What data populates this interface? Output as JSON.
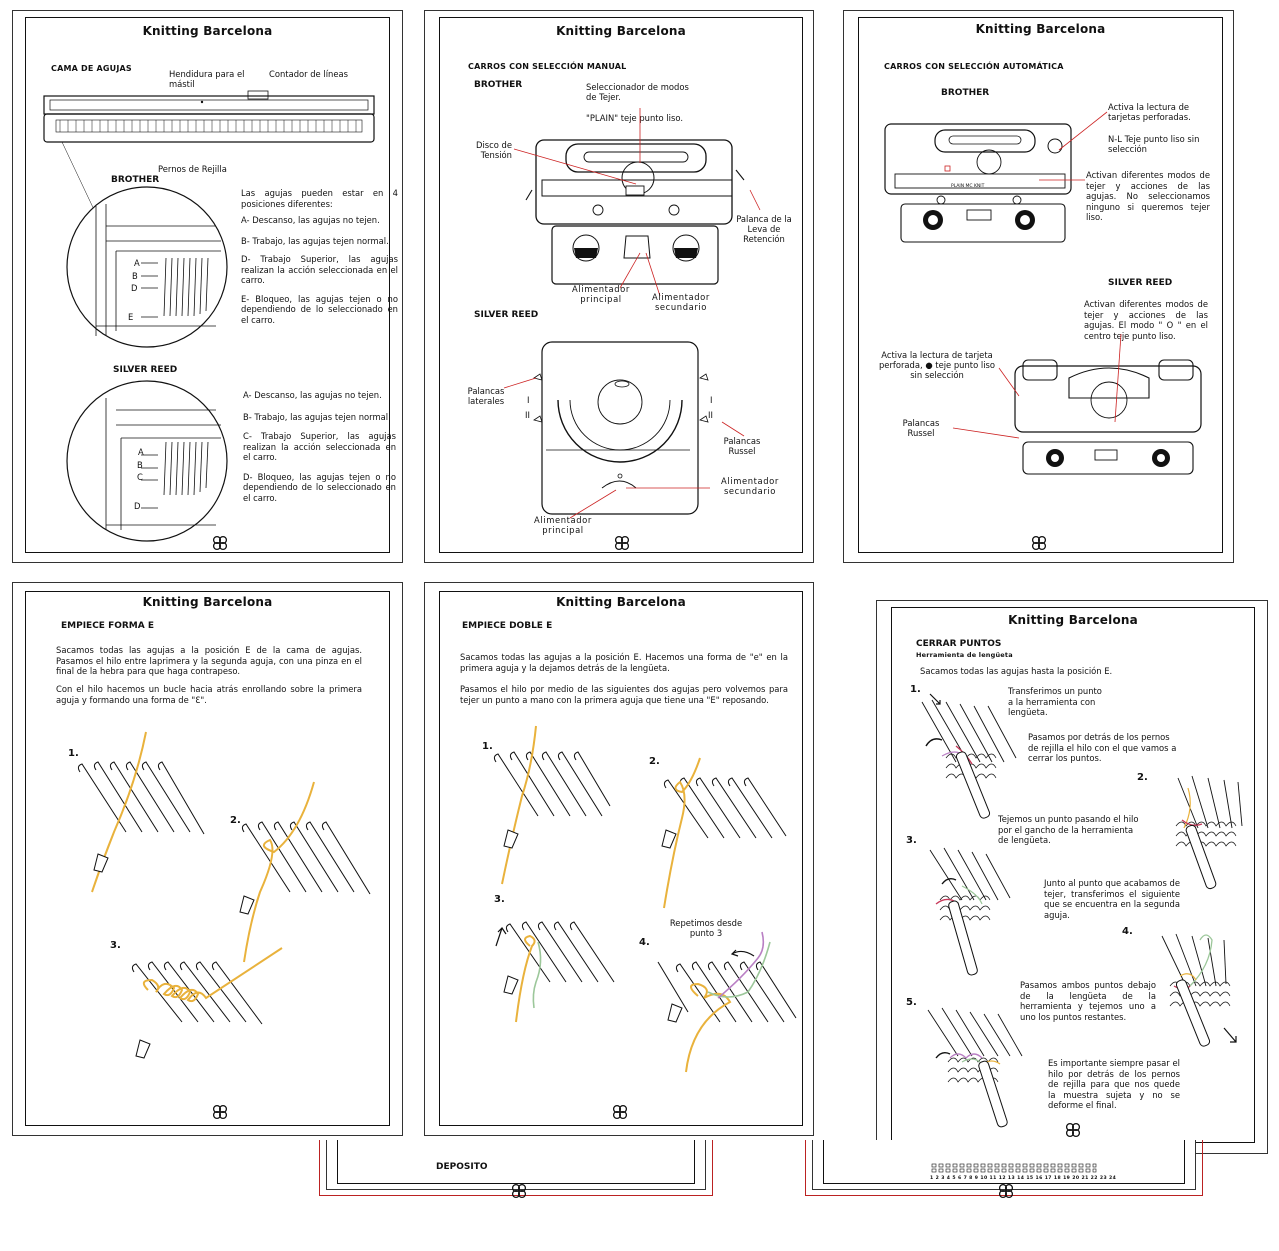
{
  "brand": "Knitting Barcelona",
  "p1": {
    "heading": "CAMA DE AGUJAS",
    "label_hendidura": "Hendidura para el\nmástil",
    "label_contador": "Contador de líneas",
    "label_pernos": "Pernos de Rejilla",
    "brother": "BROTHER",
    "silver": "SILVER REED",
    "brother_text": [
      "Las agujas pueden estar en 4 posiciones diferentes:",
      "A- Descanso, las agujas no tejen.",
      "B- Trabajo, las agujas tejen  normal.",
      "D- Trabajo Superior, las agujas realizan la acción seleccionada en el carro.",
      "E- Bloqueo, las agujas tejen o no dependiendo de lo seleccionado en el carro."
    ],
    "silver_text": [
      "A- Descanso, las agujas no tejen.",
      "B- Trabajo, las agujas tejen  normal.",
      "C- Trabajo Superior, las agujas realizan la acción seleccionada en el carro.",
      "D- Bloqueo, las agujas tejen o no dependiendo de lo seleccionado en el carro."
    ],
    "pos_brother": [
      "A",
      "B",
      "D",
      "E"
    ],
    "pos_silver": [
      "A",
      "B",
      "C",
      "D"
    ]
  },
  "p2": {
    "heading": "CARROS CON SELECCIÓN MANUAL",
    "brother": "BROTHER",
    "silver": "SILVER REED",
    "sel_modos": "Seleccionador de modos\nde Tejer.",
    "plain": "\"PLAIN\" teje punto liso.",
    "disco": "Disco de\nTensión",
    "palanca_leva": "Palanca de la\nLeva de\nRetención",
    "alim_principal": "Alimentador\nprincipal",
    "alim_secundario": "Alimentador\nsecundario",
    "palancas_laterales": "Palancas\nlaterales",
    "palancas_russel": "Palancas\nRussel",
    "alim_secundario2": "Alimentador\nsecundario",
    "alim_principal2": "Alimentador\nprincipal"
  },
  "p3": {
    "heading": "CARROS CON SELECCIÓN AUTOMÁTICA",
    "brother": "BROTHER",
    "silver": "SILVER REED",
    "activa_lectura": "Activa la lectura de\ntarjetas perforadas.",
    "nl": "N-L Teje punto liso sin\nselección",
    "activan_modos": "Activan diferentes modos de tejer y acciones de las agujas. No seleccionamos ninguno si queremos tejer liso.",
    "activan_modos_sr": "Activan diferentes modos de tejer y acciones de las agujas. El modo \" O \" en el centro teje punto liso.",
    "activa_lectura_sr": "Activa la lectura de tarjeta perforada, ● teje punto liso sin selección",
    "palancas_russel": "Palancas\nRussel"
  },
  "p4": {
    "heading": "EMPIECE FORMA E",
    "para1": "Sacamos todas las agujas a la posición E de la cama de agujas. Pasamos el hilo entre laprimera y la segunda aguja, con una pinza en el final de la hebra para que haga contrapeso.",
    "para2": "Con el hilo hacemos un bucle hacia atrás enrollando sobre la primera aguja y formando una forma de \"Ɛ\".",
    "steps": [
      "1.",
      "2.",
      "3."
    ]
  },
  "p5": {
    "heading": "EMPIECE DOBLE E",
    "para1": "Sacamos todas las agujas a la posición E. Hacemos una forma de \"e\" en la primera aguja y la dejamos detrás de la lengüeta.",
    "para2": "Pasamos el hilo por medio de las siguientes dos agujas pero volvemos para tejer un punto a mano con la primera aguja que tiene una \"E\" reposando.",
    "steps": [
      "1.",
      "2.",
      "3.",
      "4."
    ],
    "repetimos": "Repetimos desde\npunto 3"
  },
  "p6": {
    "heading": "CERRAR PUNTOS",
    "subheading": "Herramienta de lengüeta",
    "intro": "Sacamos todas las agujas hasta la posición E.",
    "t1": "Transferimos un punto a la herramienta con lengüeta.",
    "t2": "Pasamos por detrás de los pernos de rejilla el hilo con el que vamos a cerrar los puntos.",
    "t3": "Tejemos un punto pasando el hilo por el gancho de la herramienta de lengüeta.",
    "t4": "Junto al punto que acabamos de tejer, transferimos el siguiente que se encuentra en la segunda aguja.",
    "t5": "Pasamos ambos puntos debajo de la lengüeta de la herramienta y tejemos uno a uno los puntos restantes.",
    "t6": "Es importante siempre pasar el hilo por detrás de los pernos de rejilla para que nos quede la muestra sujeta y no se deforme el final.",
    "steps": [
      "1.",
      "2.",
      "3.",
      "4.",
      "5."
    ]
  },
  "p7": {
    "heading": "DEPOSITO"
  },
  "p8": {
    "numbers": "1 2 3 4 5 6 7 8 9 10 11 12 13 14 15 16 17 18 19 20 21 22 23 24"
  },
  "colors": {
    "yarn_yellow": "#e9b23c",
    "yarn_green": "#9cc79a",
    "yarn_purple": "#b97fc4",
    "yarn_red": "#c7395a",
    "frame_red": "#b22222"
  }
}
